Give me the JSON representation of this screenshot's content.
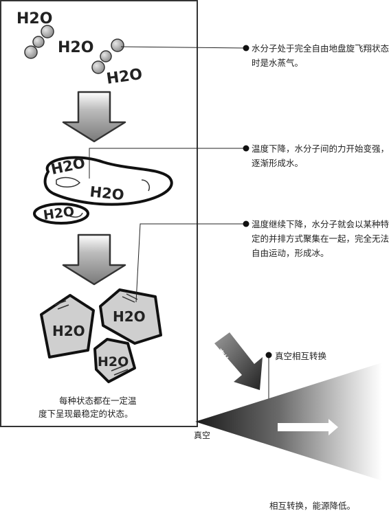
{
  "molecule_label": "H2O",
  "annotations": {
    "vapor": "水分子处于完全自由地盘旋飞翔状态时是水蒸气。",
    "water": "温度下降，水分子间的力开始变强，逐渐形成水。",
    "ice": "温度继续下降，水分子就会以某种特定的并排方式聚集在一起，完全无法自由运动，形成冰。"
  },
  "panel_caption": {
    "line1": "每种状态都在一定温",
    "line2": "度下呈现最稳定的状态。"
  },
  "conversion": {
    "label": "真空相互转换",
    "arrow_text": "真比",
    "vacuum_label": "真空",
    "bottom_note": "相互转换，能源降低。"
  }
}
